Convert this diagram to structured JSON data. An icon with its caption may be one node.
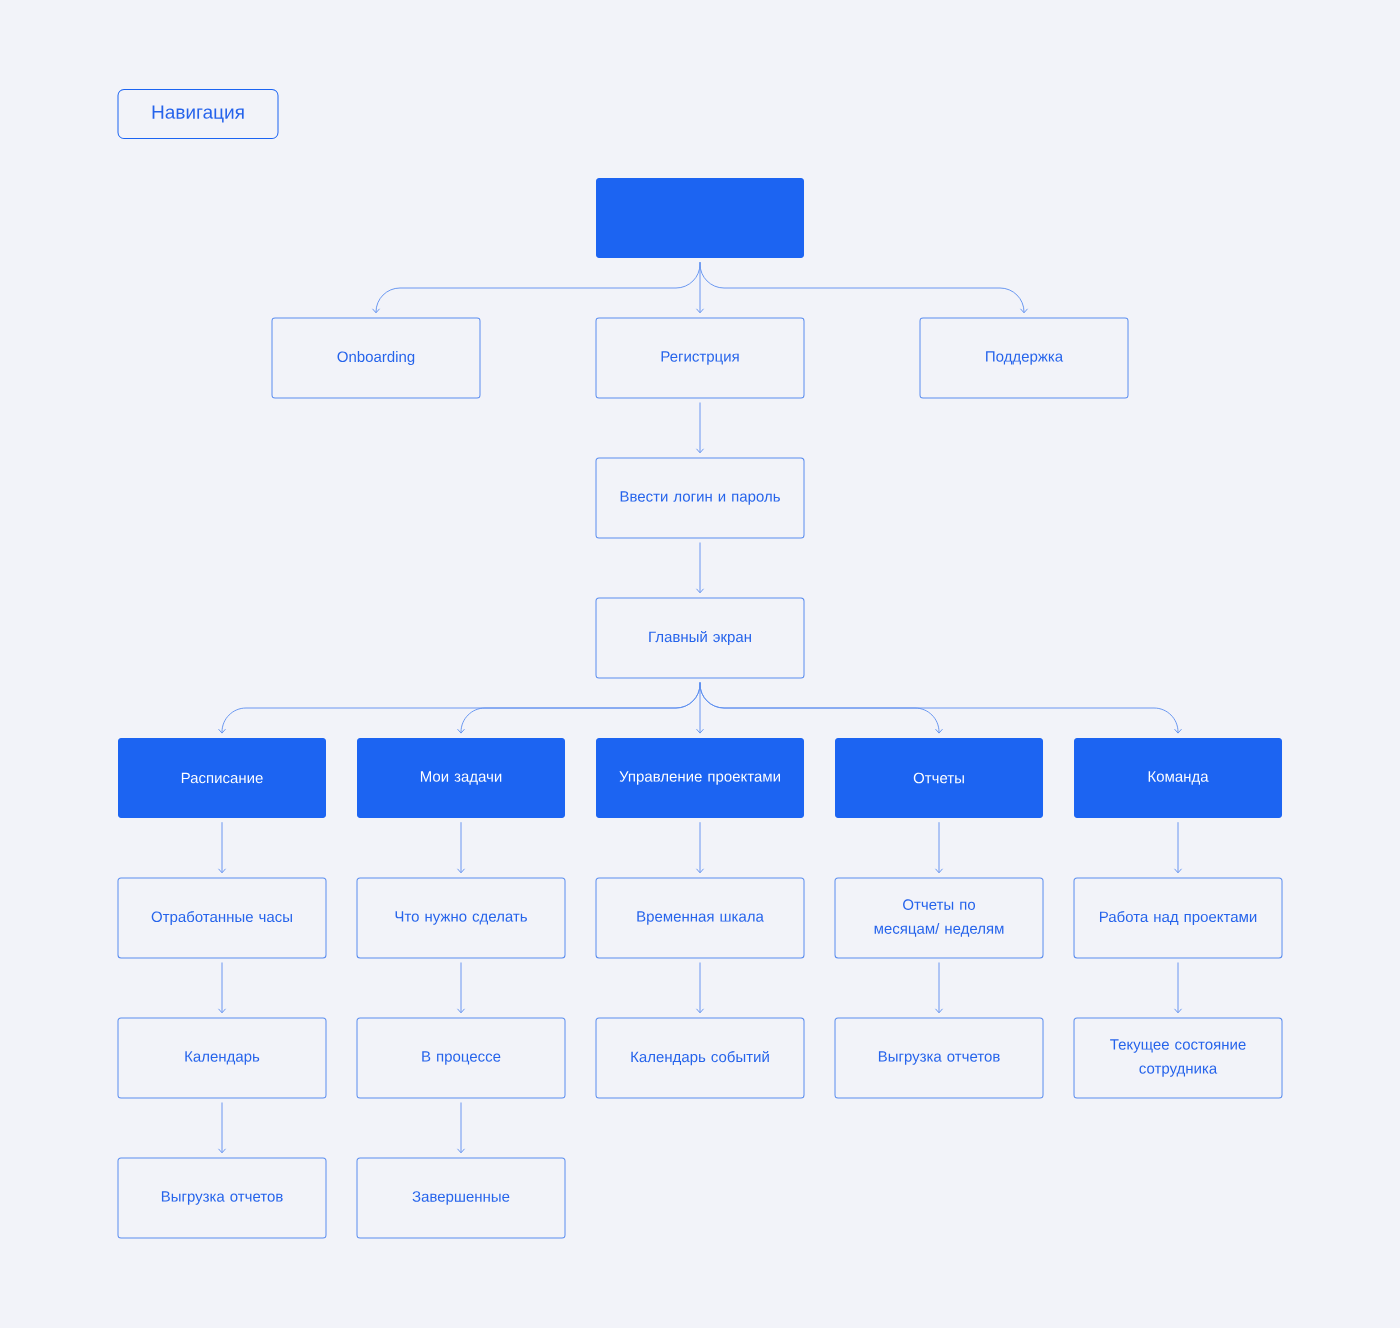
{
  "diagram": {
    "nodes": [
      {
        "text": [
          "Навигация"
        ]
      },
      {
        "text": [],
        "shape": "box"
      },
      {
        "text": [
          "Onboarding"
        ]
      },
      {
        "text": [
          "Регистрция"
        ]
      },
      {
        "text": [
          "Поддержка"
        ]
      },
      {
        "text": [
          "Ввести логин и пароль"
        ]
      },
      {
        "text": [
          "Главный экран"
        ]
      },
      {
        "text": [
          "Расписание"
        ]
      },
      {
        "text": [
          "Мои задачи"
        ]
      },
      {
        "text": [
          "Управление проектами"
        ]
      },
      {
        "text": [
          "Отчеты"
        ]
      },
      {
        "text": [
          "Команда"
        ]
      },
      {
        "text": [
          "Отработанные часы"
        ]
      },
      {
        "text": [
          "Календарь"
        ]
      },
      {
        "text": [
          "Выгрузка отчетов"
        ]
      },
      {
        "text": [
          "Что нужно сделать"
        ]
      },
      {
        "text": [
          "В процессе"
        ]
      },
      {
        "text": [
          "Завершенные"
        ]
      },
      {
        "text": [
          "Временная шкала"
        ]
      },
      {
        "text": [
          "Календарь событий"
        ]
      },
      {
        "text": [
          "Отчеты по месяцам/ неделям"
        ]
      },
      {
        "text": [
          "Выгрузка отчетов"
        ]
      },
      {
        "text": [
          "Работа над проектами"
        ]
      },
      {
        "text": [
          "Текущее состояние сотрудника"
        ]
      }
    ],
    "edges": [
      {
        "from": 1,
        "to": 2,
        "arrow": "to"
      },
      {
        "from": 1,
        "to": 3,
        "arrow": "to"
      },
      {
        "from": 1,
        "to": 4,
        "arrow": "to"
      },
      {
        "from": 3,
        "to": 5,
        "arrow": "to"
      },
      {
        "from": 5,
        "to": 6,
        "arrow": "to"
      },
      {
        "from": 6,
        "to": 7,
        "arrow": "to"
      },
      {
        "from": 6,
        "to": 8,
        "arrow": "to"
      },
      {
        "from": 6,
        "to": 9,
        "arrow": "to"
      },
      {
        "from": 6,
        "to": 10,
        "arrow": "to"
      },
      {
        "from": 6,
        "to": 11,
        "arrow": "to"
      },
      {
        "from": 7,
        "to": 12,
        "arrow": "to"
      },
      {
        "from": 12,
        "to": 13,
        "arrow": "to"
      },
      {
        "from": 13,
        "to": 14,
        "arrow": "to"
      },
      {
        "from": 8,
        "to": 15,
        "arrow": "to"
      },
      {
        "from": 15,
        "to": 16,
        "arrow": "to"
      },
      {
        "from": 16,
        "to": 17,
        "arrow": "to"
      },
      {
        "from": 9,
        "to": 18,
        "arrow": "to"
      },
      {
        "from": 18,
        "to": 19,
        "arrow": "to"
      },
      {
        "from": 10,
        "to": 20,
        "arrow": "to"
      },
      {
        "from": 20,
        "to": 21,
        "arrow": "to"
      },
      {
        "from": 11,
        "to": 22,
        "arrow": "to"
      },
      {
        "from": 22,
        "to": 23,
        "arrow": "to"
      }
    ]
  }
}
